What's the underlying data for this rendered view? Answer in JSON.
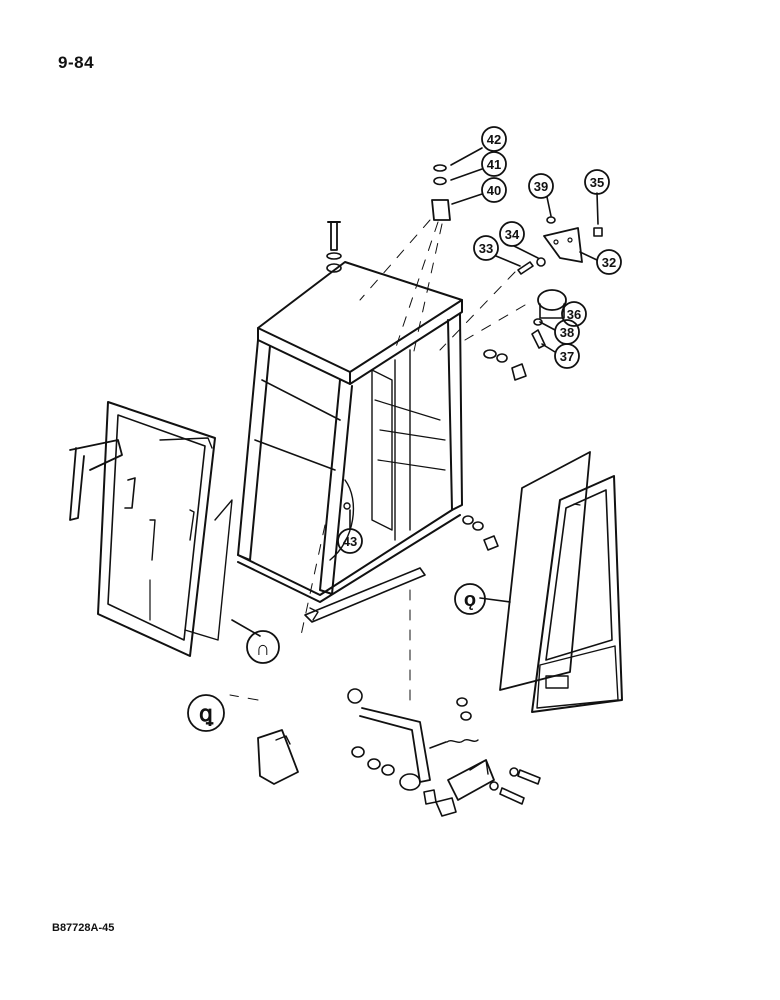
{
  "page_number": "9-84",
  "figure_code": "B87728A-45",
  "callouts": [
    "42",
    "41",
    "40",
    "39",
    "35",
    "34",
    "33",
    "32",
    "36",
    "38",
    "37",
    "43"
  ],
  "symbols": {
    "right_door": "ǫ",
    "left_door": "∩",
    "lower_left": "ꝗ"
  }
}
